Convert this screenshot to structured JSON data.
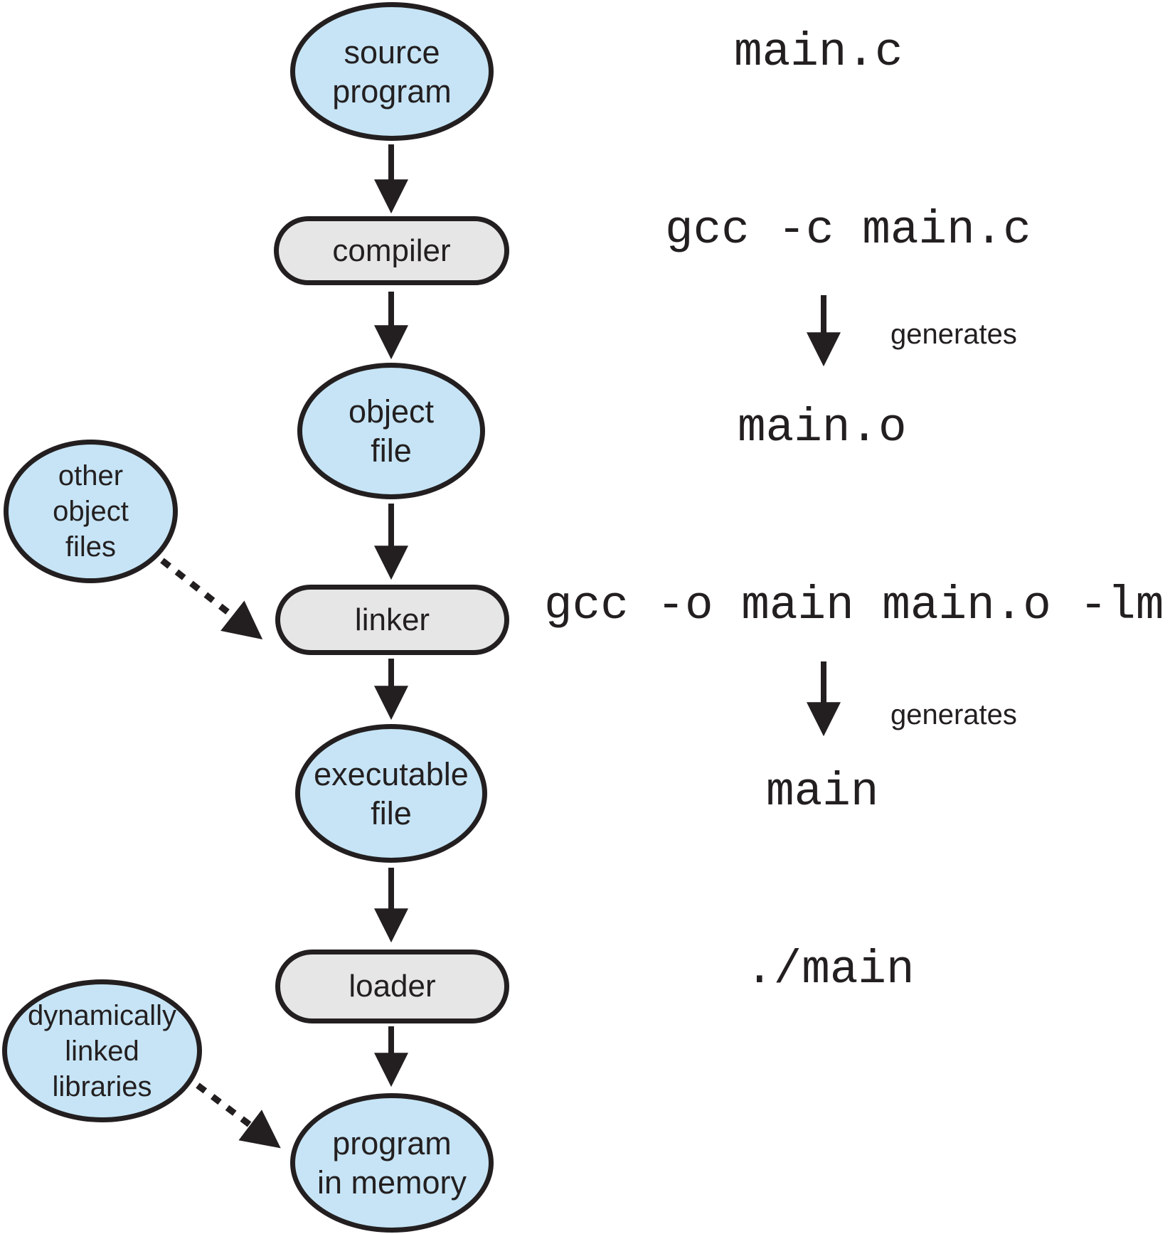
{
  "colors": {
    "node_fill_blue": "#C6E4F5",
    "node_fill_gray": "#E6E6E6",
    "stroke": "#231F20"
  },
  "nodes": {
    "source_program": {
      "lines": [
        "source",
        "program"
      ]
    },
    "compiler": {
      "label": "compiler"
    },
    "object_file": {
      "lines": [
        "object",
        "file"
      ]
    },
    "other_object_files": {
      "lines": [
        "other",
        "object",
        "files"
      ]
    },
    "linker": {
      "label": "linker"
    },
    "executable_file": {
      "lines": [
        "executable",
        "file"
      ]
    },
    "loader": {
      "label": "loader"
    },
    "dynamically_linked_libraries": {
      "lines": [
        "dynamically",
        "linked",
        "libraries"
      ]
    },
    "program_in_memory": {
      "lines": [
        "program",
        "in memory"
      ]
    }
  },
  "annotations": {
    "source_file_name": "main.c",
    "compile_command": "gcc -c main.c",
    "compile_generates_label": "generates",
    "object_file_name": "main.o",
    "link_command": "gcc -o main main.o -lm",
    "link_generates_label": "generates",
    "executable_name": "main",
    "run_command": "./main"
  }
}
